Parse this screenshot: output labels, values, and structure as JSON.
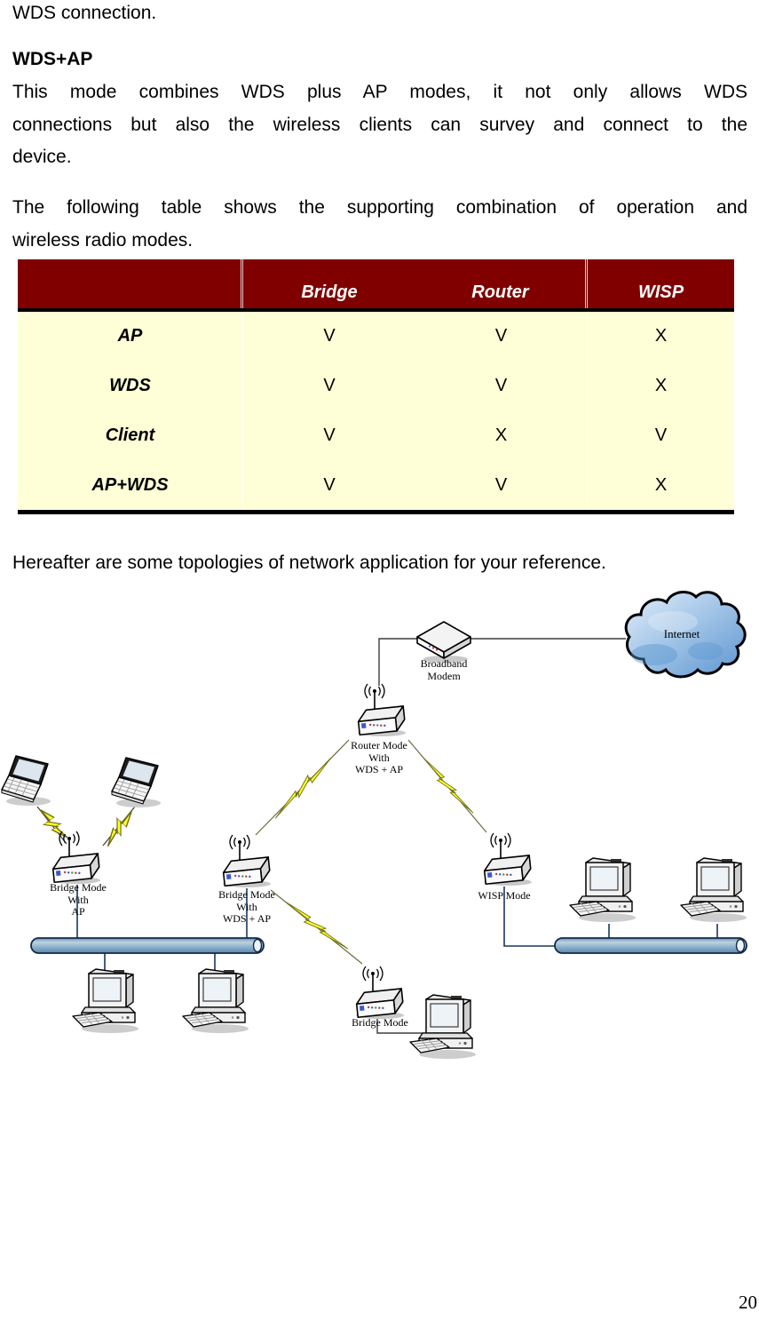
{
  "page": {
    "number": "20"
  },
  "content": {
    "opening_line": "WDS connection.",
    "section_heading": "WDS+AP",
    "para1": {
      "line1": "This mode combines WDS plus AP modes, it not only allows WDS",
      "line2": "connections but also the wireless clients can survey and connect to the",
      "line3": "device."
    },
    "para2": {
      "line1": "The following table shows the supporting combination of operation and",
      "line2": "wireless radio modes."
    },
    "closing_line": "Hereafter are some topologies of network application for your reference."
  },
  "table": {
    "header": {
      "col0": "",
      "col1": "Bridge",
      "col2": "Router",
      "col3": "WISP"
    },
    "rows": [
      {
        "label": "AP",
        "bridge": "V",
        "router": "V",
        "wisp": "X"
      },
      {
        "label": "WDS",
        "bridge": "V",
        "router": "V",
        "wisp": "X"
      },
      {
        "label": "Client",
        "bridge": "V",
        "router": "X",
        "wisp": "V"
      },
      {
        "label": "AP+WDS",
        "bridge": "V",
        "router": "V",
        "wisp": "X"
      }
    ],
    "colors": {
      "header_bg": "#800000",
      "body_bg": "#FFFFD7",
      "header_text": "#FFFFFF"
    }
  },
  "diagram": {
    "labels": {
      "broadband_modem": {
        "line1": "Broadband",
        "line2": "Modem"
      },
      "internet": "Internet",
      "router_mode": {
        "line1": "Router Mode",
        "line2": "With",
        "line3": "WDS + AP"
      },
      "bridge_mode_with_ap": {
        "line1": "Bridge Mode",
        "line2": "With",
        "line3": "AP"
      },
      "bridge_mode_with_wds_ap": {
        "line1": "Bridge Mode",
        "line2": "With",
        "line3": "WDS + AP"
      },
      "wisp_mode": "WISP Mode",
      "bridge_mode": "Bridge Mode"
    },
    "colors": {
      "bolt": "#FFFF2B",
      "ethernet_bar": "#7FA5C4",
      "ethernet_line": "#17375E",
      "cloud": "#7FB0DD"
    }
  }
}
